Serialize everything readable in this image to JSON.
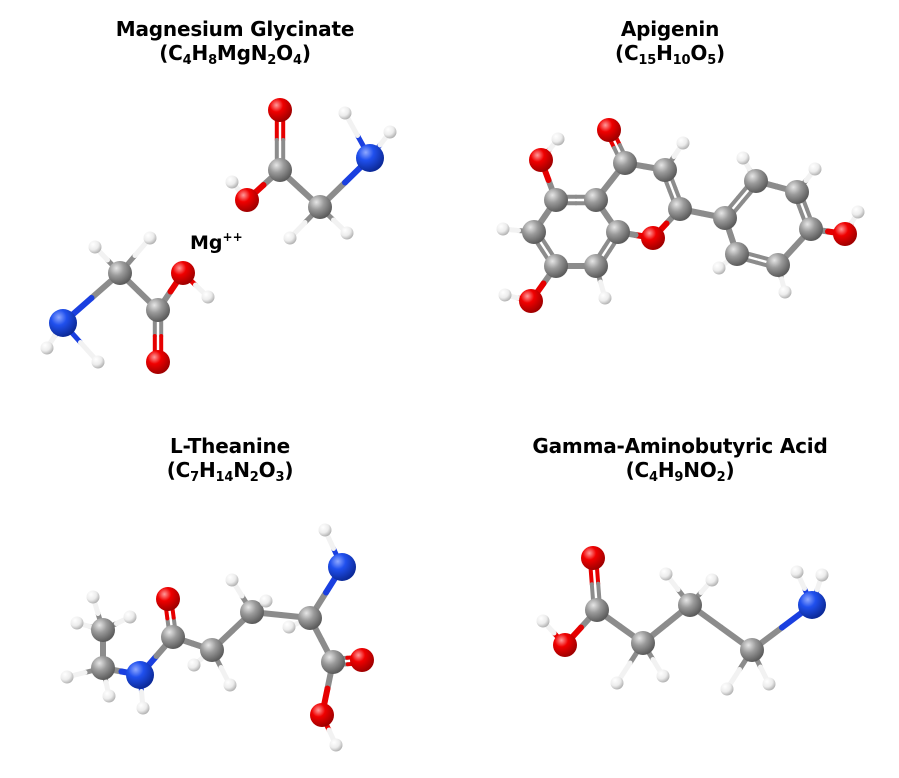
{
  "molecules": [
    {
      "id": "magnesium-glycinate",
      "name": "Magnesium Glycinate",
      "formula_parts": [
        {
          "t": "(C"
        },
        {
          "sub": "4"
        },
        {
          "t": "H"
        },
        {
          "sub": "8"
        },
        {
          "t": "MgN"
        },
        {
          "sub": "2"
        },
        {
          "t": "O"
        },
        {
          "sub": "4"
        },
        {
          "t": ")"
        }
      ],
      "ion_label": "Mg",
      "ion_charge": "++"
    },
    {
      "id": "apigenin",
      "name": "Apigenin",
      "formula_parts": [
        {
          "t": "(C"
        },
        {
          "sub": "15"
        },
        {
          "t": "H"
        },
        {
          "sub": "10"
        },
        {
          "t": "O"
        },
        {
          "sub": "5"
        },
        {
          "t": ")"
        }
      ]
    },
    {
      "id": "l-theanine",
      "name": "L-Theanine",
      "formula_parts": [
        {
          "t": "(C"
        },
        {
          "sub": "7"
        },
        {
          "t": "H"
        },
        {
          "sub": "14"
        },
        {
          "t": "N"
        },
        {
          "sub": "2"
        },
        {
          "t": "O"
        },
        {
          "sub": "3"
        },
        {
          "t": ")"
        }
      ]
    },
    {
      "id": "gamma-aminobutyric-acid",
      "name": "Gamma-Aminobutyric Acid",
      "formula_parts": [
        {
          "t": "(C"
        },
        {
          "sub": "4"
        },
        {
          "t": "H"
        },
        {
          "sub": "9"
        },
        {
          "t": "NO"
        },
        {
          "sub": "2"
        },
        {
          "t": ")"
        }
      ]
    }
  ],
  "element_colors": {
    "C": "#8c8c8c",
    "O": "#e60000",
    "N": "#1a3fe0",
    "H": "#f2f2f2"
  }
}
